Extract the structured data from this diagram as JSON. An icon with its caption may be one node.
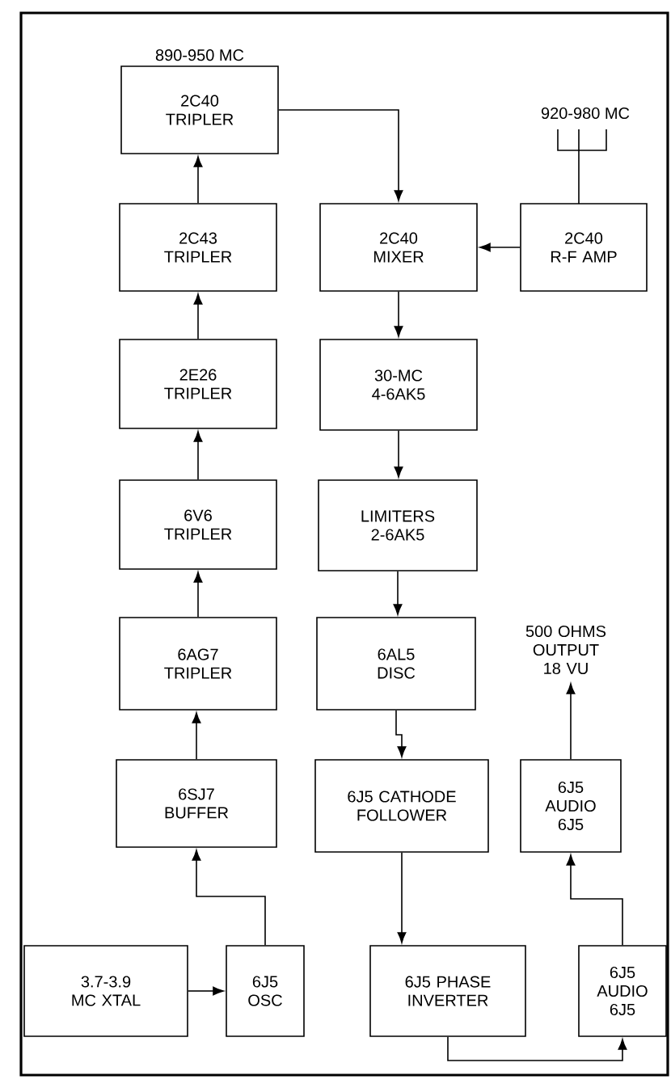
{
  "diagram": {
    "nodes": [
      {
        "text": [
          "2C40 TRIPLER"
        ],
        "beside": [
          "890-950 MC"
        ]
      },
      {
        "text": [
          "2C43 TRIPLER"
        ]
      },
      {
        "text": [
          "2C40 MIXER"
        ]
      },
      {
        "text": [
          "2C40 R-F AMP"
        ]
      },
      {
        "text": [
          "2E26 TRIPLER"
        ]
      },
      {
        "text": [
          "30-MC 4-6AK5"
        ]
      },
      {
        "text": [
          "6V6 TRIPLER"
        ]
      },
      {
        "text": [
          "LIMITERS 2-6AK5"
        ]
      },
      {
        "text": [
          "6AG7 TRIPLER"
        ]
      },
      {
        "text": [
          "6AL5 DISC"
        ]
      },
      {
        "text": [
          "500 OHMS OUTPUT 18 VU"
        ]
      },
      {
        "text": [
          "6SJ7 BUFFER"
        ]
      },
      {
        "text": [
          "6J5 CATHODE FOLLOWER"
        ]
      },
      {
        "text": [
          "6J5 AUDIO 6J5"
        ]
      },
      {
        "text": [
          "3.7-3.9 MC XTAL"
        ]
      },
      {
        "text": [
          "6J5 OSC"
        ]
      },
      {
        "text": [
          "6J5 PHASE INVERTER"
        ]
      },
      {
        "text": [
          "6J5 AUDIO 6J5"
        ]
      }
    ],
    "edges": [
      {
        "from": 14,
        "to": 15,
        "arrow": "to"
      },
      {
        "from": 15,
        "to": 11,
        "arrow": "to"
      },
      {
        "from": 11,
        "to": 8,
        "arrow": "to"
      },
      {
        "from": 8,
        "to": 6,
        "arrow": "to"
      },
      {
        "from": 6,
        "to": 4,
        "arrow": "to"
      },
      {
        "from": 4,
        "to": 1,
        "arrow": "to"
      },
      {
        "from": 1,
        "to": 0,
        "arrow": "to"
      },
      {
        "from": 0,
        "to": 2,
        "arrow": "to"
      },
      {
        "from": 3,
        "to": 2,
        "arrow": "to"
      },
      {
        "from": 2,
        "to": 5,
        "arrow": "to"
      },
      {
        "from": 5,
        "to": 7,
        "arrow": "to"
      },
      {
        "from": 7,
        "to": 9,
        "arrow": "to"
      },
      {
        "from": 9,
        "to": 12,
        "arrow": "to"
      },
      {
        "from": 12,
        "to": 16,
        "arrow": "to"
      },
      {
        "from": 16,
        "to": 17,
        "arrow": "to"
      },
      {
        "from": 17,
        "to": 13,
        "arrow": "to"
      },
      {
        "from": 13,
        "to": 10,
        "arrow": "to"
      }
    ],
    "labels": [
      "920-980 MC"
    ]
  }
}
